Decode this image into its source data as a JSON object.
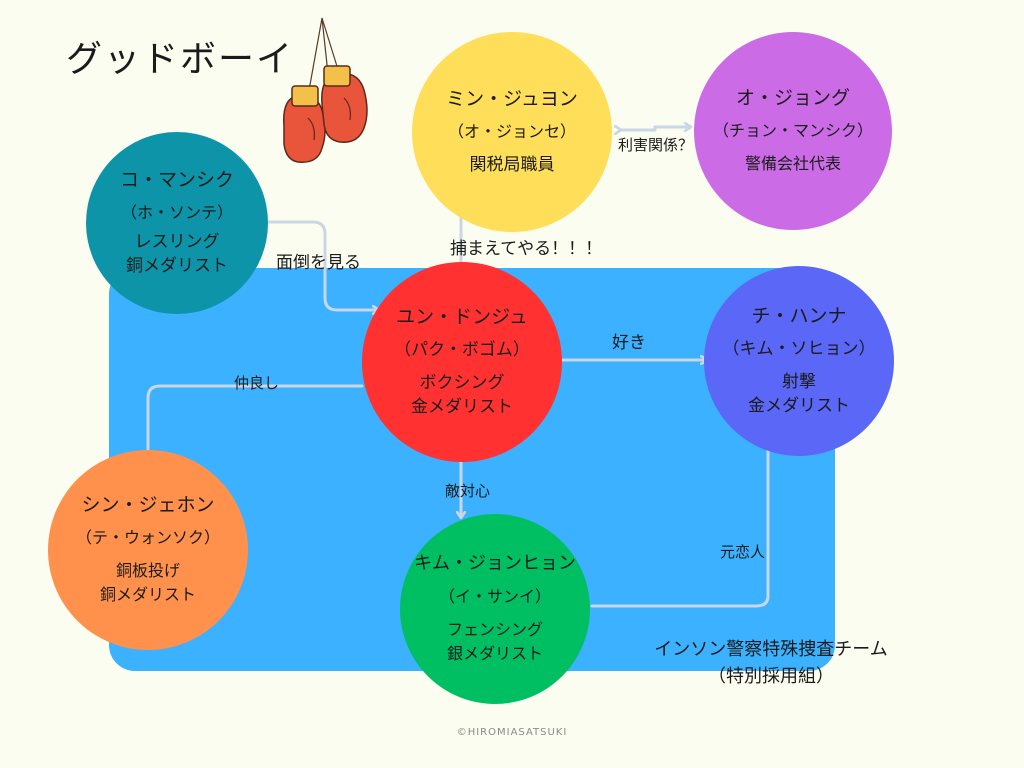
{
  "title": "グッドボーイ",
  "colors": {
    "background": "#fbfdf0",
    "team_area": "#3cb1ff",
    "arrow": "#c9d6e3"
  },
  "team": {
    "name": "インソン警察特殊捜査チーム\n（特別採用組）"
  },
  "characters": {
    "ko": {
      "name": "コ・マンシク",
      "actor": "（ホ・ソンテ）",
      "role": "レスリング\n銅メダリスト",
      "color": "#0d94a8"
    },
    "yoon": {
      "name": "ユン・ドンジュ",
      "actor": "（パク・ボゴム）",
      "role": "ボクシング\n金メダリスト",
      "color": "#ff3131"
    },
    "min": {
      "name": "ミン・ジュヨン",
      "actor": "（オ・ジョンセ）",
      "role": "関税局職員",
      "color": "#ffde59"
    },
    "oh": {
      "name": "オ・ジョング",
      "actor": "（チョン・マンシク）",
      "role": "警備会社代表",
      "color": "#cb6ce6"
    },
    "ji": {
      "name": "チ・ハンナ",
      "actor": "（キム・ソヒョン）",
      "role": "射撃\n金メダリスト",
      "color": "#5a67f7"
    },
    "shin": {
      "name": "シン・ジェホン",
      "actor": "（テ・ウォンソク）",
      "role": "銅板投げ\n銅メダリスト",
      "color": "#ff914d"
    },
    "kim": {
      "name": "キム・ジョンヒョン",
      "actor": "（イ・サンイ）",
      "role": "フェンシング\n銀メダリスト",
      "color": "#00bf63"
    }
  },
  "relations": {
    "care": "面倒を見る",
    "catch": "捕まえてやる！！！",
    "interest": "利害関係？",
    "like": "好き",
    "friends": "仲良し",
    "rival": "敵対心",
    "ex": "元恋人"
  },
  "credit": "©HIROMIASATSUKI"
}
